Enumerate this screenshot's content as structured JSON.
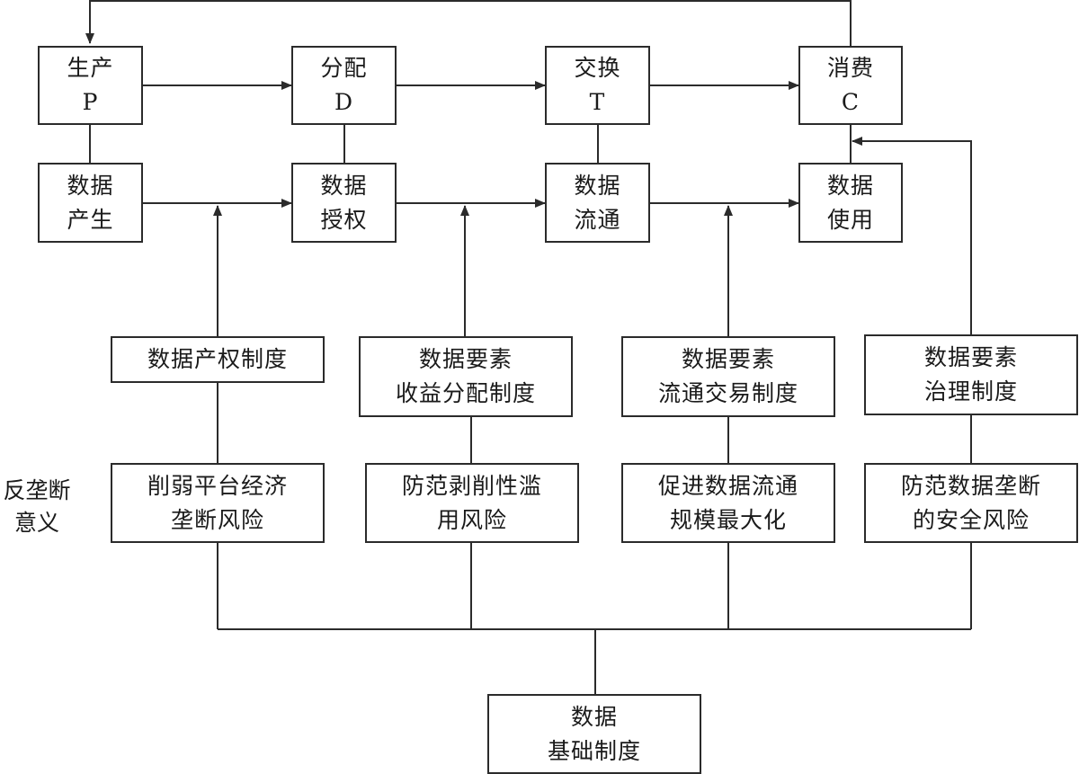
{
  "diagram": {
    "stages": [
      {
        "id": "production",
        "lines": [
          "生产",
          "P"
        ]
      },
      {
        "id": "distribution",
        "lines": [
          "分配",
          "D"
        ]
      },
      {
        "id": "exchange",
        "lines": [
          "交换",
          "T"
        ]
      },
      {
        "id": "consumption",
        "lines": [
          "消费",
          "C"
        ]
      }
    ],
    "data_stages": [
      {
        "id": "data-generation",
        "lines": [
          "数据",
          "产生"
        ]
      },
      {
        "id": "data-authorization",
        "lines": [
          "数据",
          "授权"
        ]
      },
      {
        "id": "data-circulation",
        "lines": [
          "数据",
          "流通"
        ]
      },
      {
        "id": "data-use",
        "lines": [
          "数据",
          "使用"
        ]
      }
    ],
    "systems": [
      {
        "id": "data-property-rights-system",
        "lines": [
          "数据产权制度"
        ]
      },
      {
        "id": "income-distribution-system",
        "lines": [
          "数据要素",
          "收益分配制度"
        ]
      },
      {
        "id": "circulation-trading-system",
        "lines": [
          "数据要素",
          "流通交易制度"
        ]
      },
      {
        "id": "governance-system",
        "lines": [
          "数据要素",
          "治理制度"
        ]
      }
    ],
    "antimonopoly_label": [
      "反垄断",
      "意义"
    ],
    "significance": [
      {
        "id": "weaken-platform-monopoly",
        "lines": [
          "削弱平台经济",
          "垄断风险"
        ]
      },
      {
        "id": "prevent-exploitative-abuse",
        "lines": [
          "防范剥削性滥",
          "用风险"
        ]
      },
      {
        "id": "maximize-circulation",
        "lines": [
          "促进数据流通",
          "规模最大化"
        ]
      },
      {
        "id": "prevent-security-risk",
        "lines": [
          "防范数据垄断",
          "的安全风险"
        ]
      }
    ],
    "foundation": {
      "id": "data-basic-system",
      "lines": [
        "数据",
        "基础制度"
      ]
    },
    "colors": {
      "stroke": "#2b2b2b",
      "background": "#ffffff",
      "text": "#1a1a1a"
    }
  }
}
